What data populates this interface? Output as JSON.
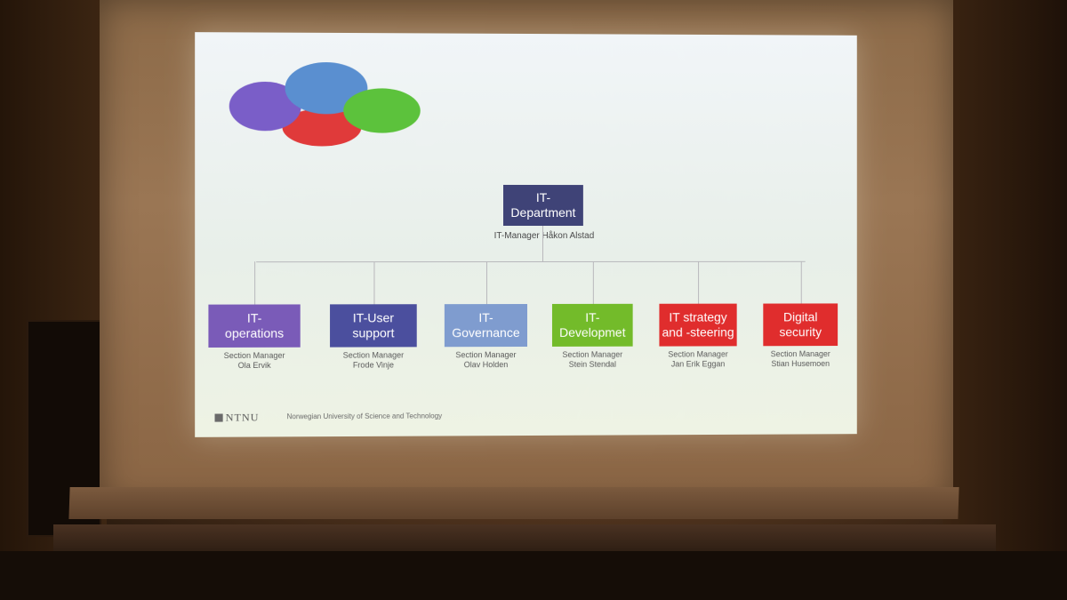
{
  "slide": {
    "root": {
      "title": "IT-\nDepartment",
      "subtitle": "IT-Manager Håkon Alstad"
    },
    "sections": [
      {
        "title": "IT-\noperations",
        "role": "Section Manager",
        "name": "Ola Ervik",
        "color": "#7a5bb8"
      },
      {
        "title": "IT-User\nsupport",
        "role": "Section Manager",
        "name": "Frode Vinje",
        "color": "#4b4f9e"
      },
      {
        "title": "IT-\nGovernance",
        "role": "Section Manager",
        "name": "Olav Holden",
        "color": "#7f9ccf"
      },
      {
        "title": "IT-\nDevelopmet",
        "role": "Section Manager",
        "name": "Stein Stendal",
        "color": "#73bb2a"
      },
      {
        "title": "IT strategy\nand -steering",
        "role": "Section Manager",
        "name": "Jan Erik Eggan",
        "color": "#e02d2d"
      },
      {
        "title": "Digital\nsecurity",
        "role": "Section Manager",
        "name": "Stian Husemoen",
        "color": "#e02d2d"
      }
    ],
    "footer": {
      "logo": "NTNU",
      "text": "Norwegian University of Science and Technology"
    }
  },
  "colors": {
    "root_box": "#3f4377",
    "connector": "#b8b8bc"
  }
}
